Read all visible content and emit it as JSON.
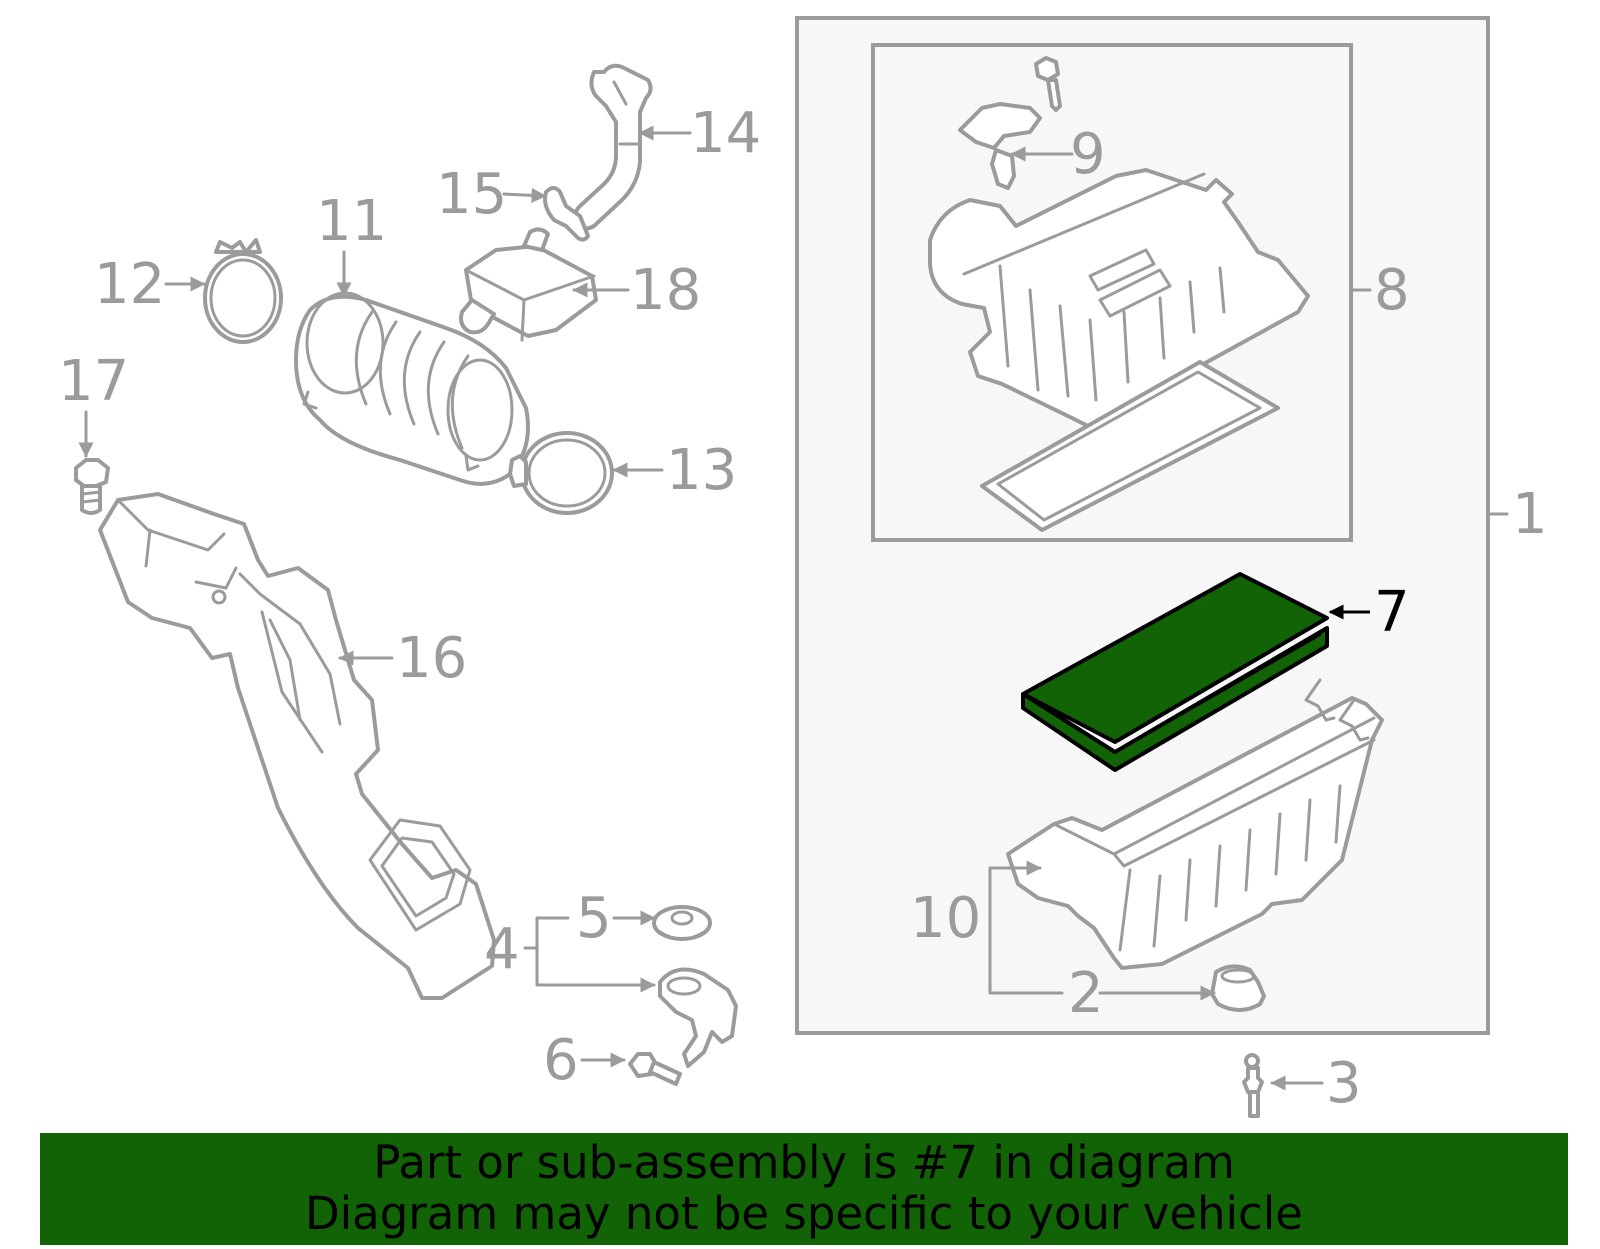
{
  "labels": {
    "p1": "1",
    "p2": "2",
    "p3": "3",
    "p4": "4",
    "p5": "5",
    "p6": "6",
    "p7": "7",
    "p8": "8",
    "p9": "9",
    "p10": "10",
    "p11": "11",
    "p12": "12",
    "p13": "13",
    "p14": "14",
    "p15": "15",
    "p16": "16",
    "p17": "17",
    "p18": "18"
  },
  "highlighted_part": "7",
  "colors": {
    "highlight": "#126306",
    "line": "#9b9b9b",
    "panel": "#f7f7f7"
  },
  "banner": {
    "line1": "Part or sub-assembly is #7 in diagram",
    "line2": "Diagram may not be specific to your vehicle"
  }
}
